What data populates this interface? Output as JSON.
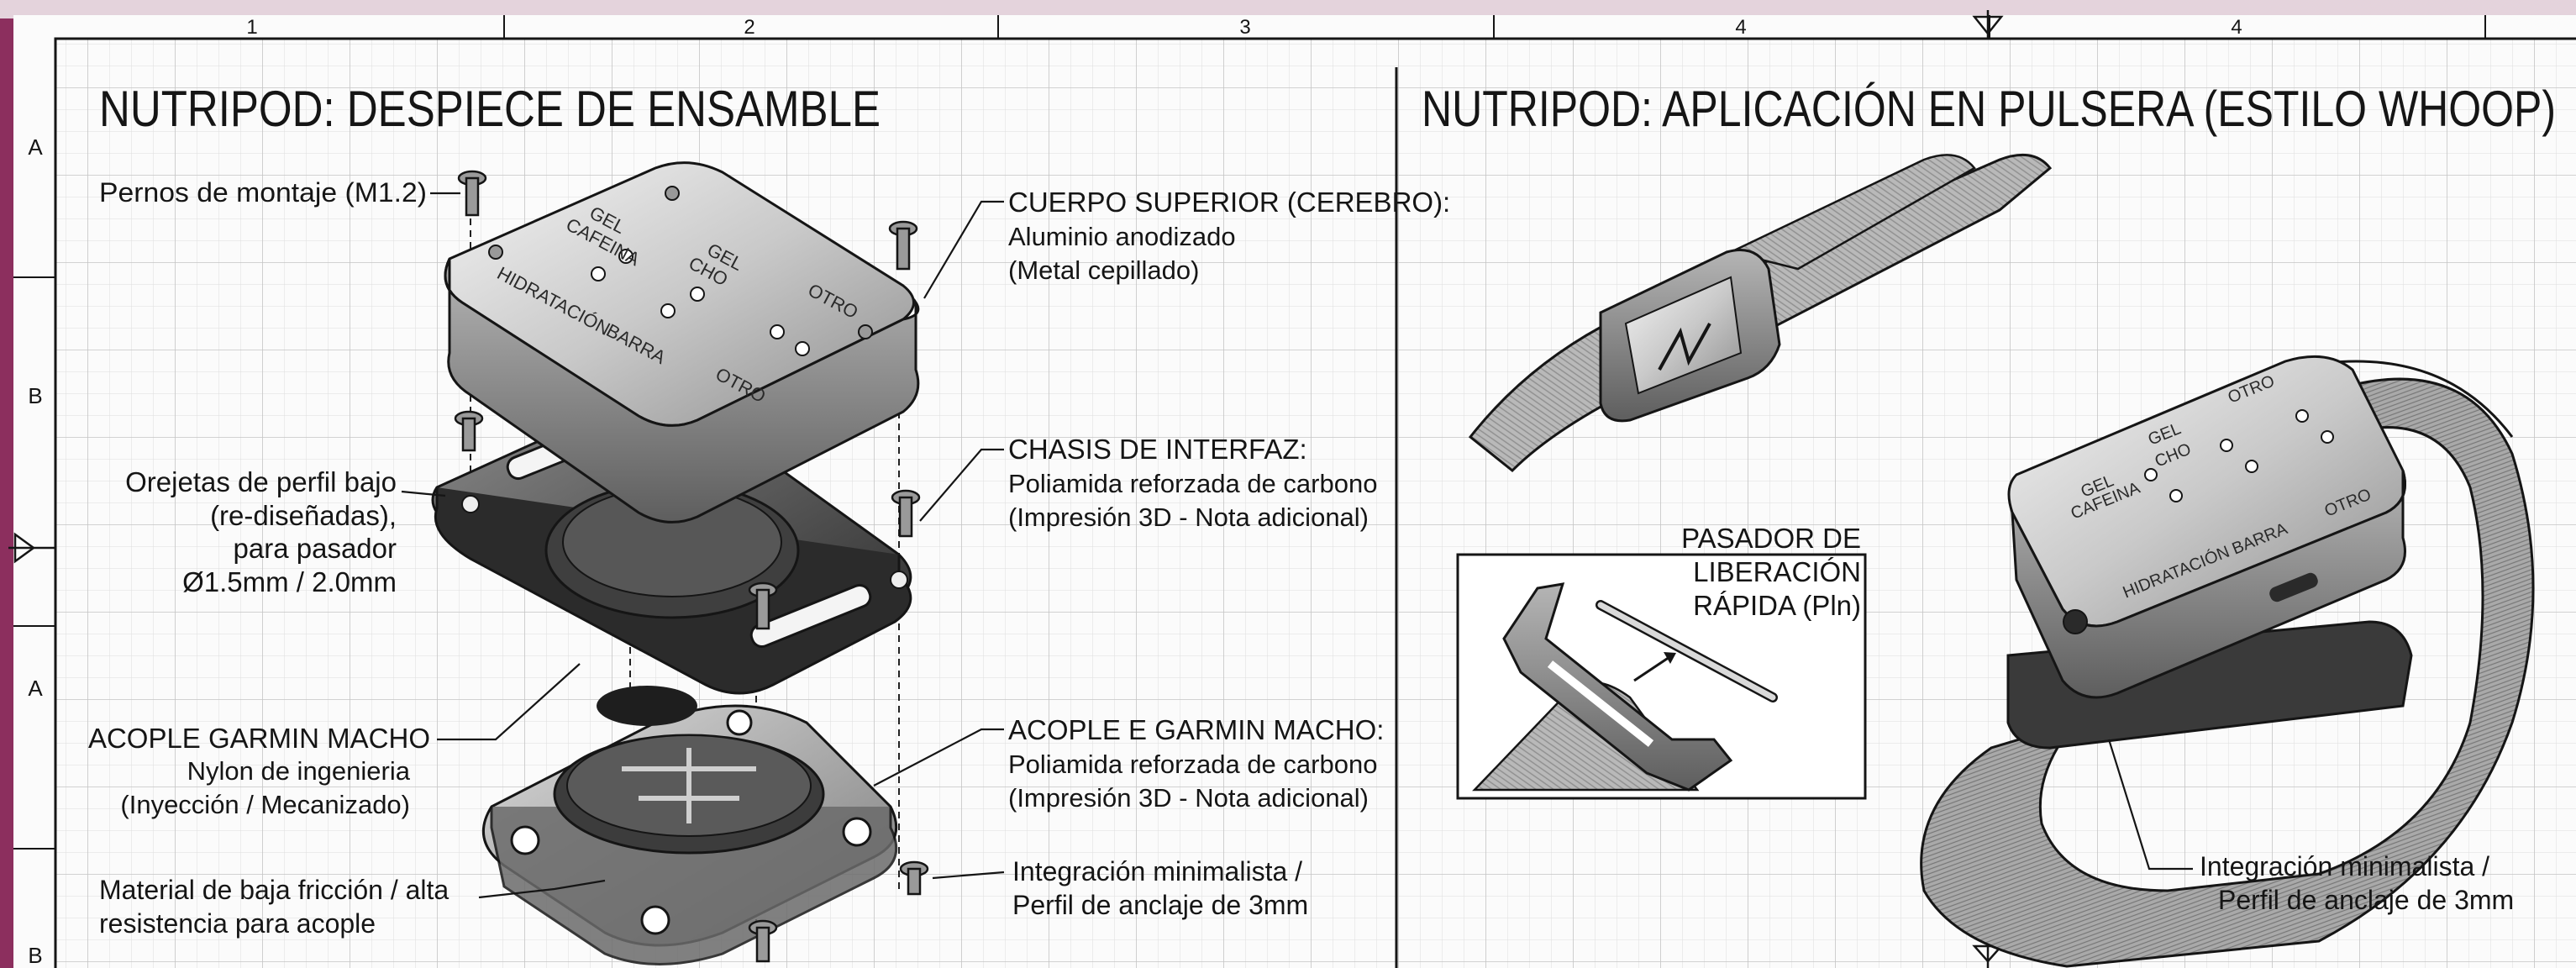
{
  "border": {
    "column_numbers": [
      "1",
      "2",
      "3",
      "4",
      "4"
    ],
    "row_letters": [
      "A",
      "B",
      "A",
      "B"
    ],
    "colors": {
      "frame": "#8c2f5e",
      "grid": "#cfcfcf",
      "ink": "#151515"
    }
  },
  "left_panel": {
    "title": "NUTRIPOD: DESPIECE DE ENSAMBLE",
    "device_engraving": [
      "GEL",
      "CAFEINA",
      "GEL",
      "CHO",
      "OTRO",
      "HIDRATACIÓN",
      "BARRA",
      "OTRO"
    ],
    "labels": {
      "bolts": "Pernos de montaje (M1.2)",
      "lugs": [
        "Orejetas de perfil bajo",
        "(re-diseñadas),",
        "para pasador",
        "Ø1.5mm / 2.0mm"
      ],
      "garmin_male": "ACOPLE GARMIN MACHO",
      "garmin_male_material": [
        "Nylon de ingenieria",
        "(Inyección / Mecanizado)"
      ],
      "low_friction": [
        "Material de baja fricción / alta",
        "resistencia para acople"
      ],
      "top_body": [
        "CUERPO SUPERIOR (CEREBRO):",
        "Aluminio anodizado",
        "(Metal cepillado)"
      ],
      "chassis": [
        "CHASIS DE INTERFAZ:",
        "Poliamida reforzada de carbono",
        "(Impresión 3D - Nota adicional)"
      ],
      "garmin_e": [
        "ACOPLE E GARMIN MACHO:",
        "Poliamida reforzada de carbono",
        "(Impresión 3D - Nota adicional)"
      ],
      "integration": [
        "Integración minimalista /",
        "Perfil de anclaje de 3mm"
      ]
    }
  },
  "right_panel": {
    "title": "NUTRIPOD: APLICACIÓN EN PULSERA (ESTILO WHOOP)",
    "pin_label": [
      "PASADOR DE",
      "LIBERACIÓN",
      "RÁPIDA (Pln)"
    ],
    "integration": [
      "Integración minimalista /",
      "Perfil de anclaje de 3mm"
    ],
    "device_engraving": [
      "GEL",
      "CAFEINA",
      "GEL",
      "CHO",
      "OTRO",
      "HIDRATACIÓN",
      "BARRA",
      "OTRO"
    ]
  }
}
